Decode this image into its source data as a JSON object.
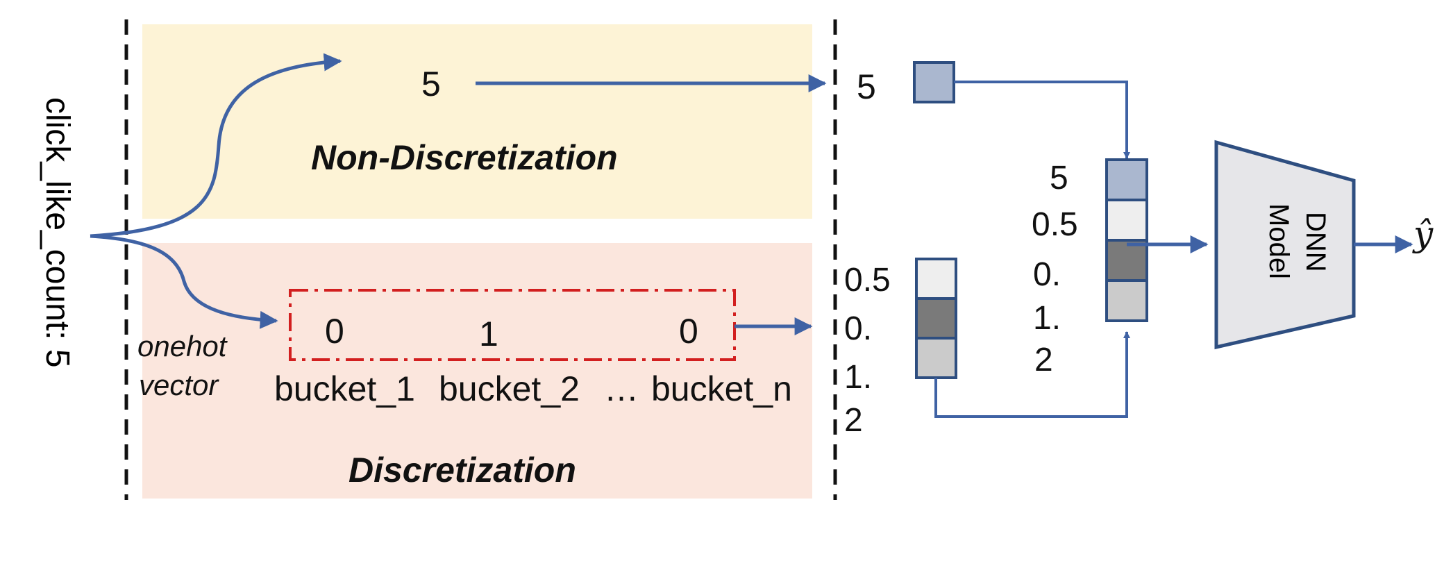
{
  "feature": {
    "label": "click_like_count: 5"
  },
  "non_discretization": {
    "title": "Non-Discretization",
    "input_value": "5",
    "output_value": "5"
  },
  "discretization": {
    "title": "Discretization",
    "onehot_label_line1": "onehot",
    "onehot_label_line2": "vector",
    "onehot_values": [
      "0",
      "1",
      "0"
    ],
    "bucket_labels": [
      "bucket_1",
      "bucket_2",
      "…",
      "bucket_n"
    ],
    "output_values": [
      "0.5",
      "0.",
      "1.",
      "2"
    ]
  },
  "concat_vector": {
    "values": [
      "5",
      "0.5",
      "0.",
      "1.",
      "2"
    ]
  },
  "model": {
    "line1": "DNN",
    "line2": "Model"
  },
  "output": {
    "symbol": "ŷ"
  },
  "colors": {
    "non_disc_bg": "#fdf3d6",
    "disc_bg": "#fbe6dd",
    "arrow": "#3f62a4",
    "dashed_box": "#d21f1f",
    "cell_blue": "#aab7cf",
    "cell_light": "#eeeeee",
    "cell_dark": "#7a7a7a",
    "cell_mid": "#cbcbcb",
    "model_fill": "#e6e6e9"
  }
}
